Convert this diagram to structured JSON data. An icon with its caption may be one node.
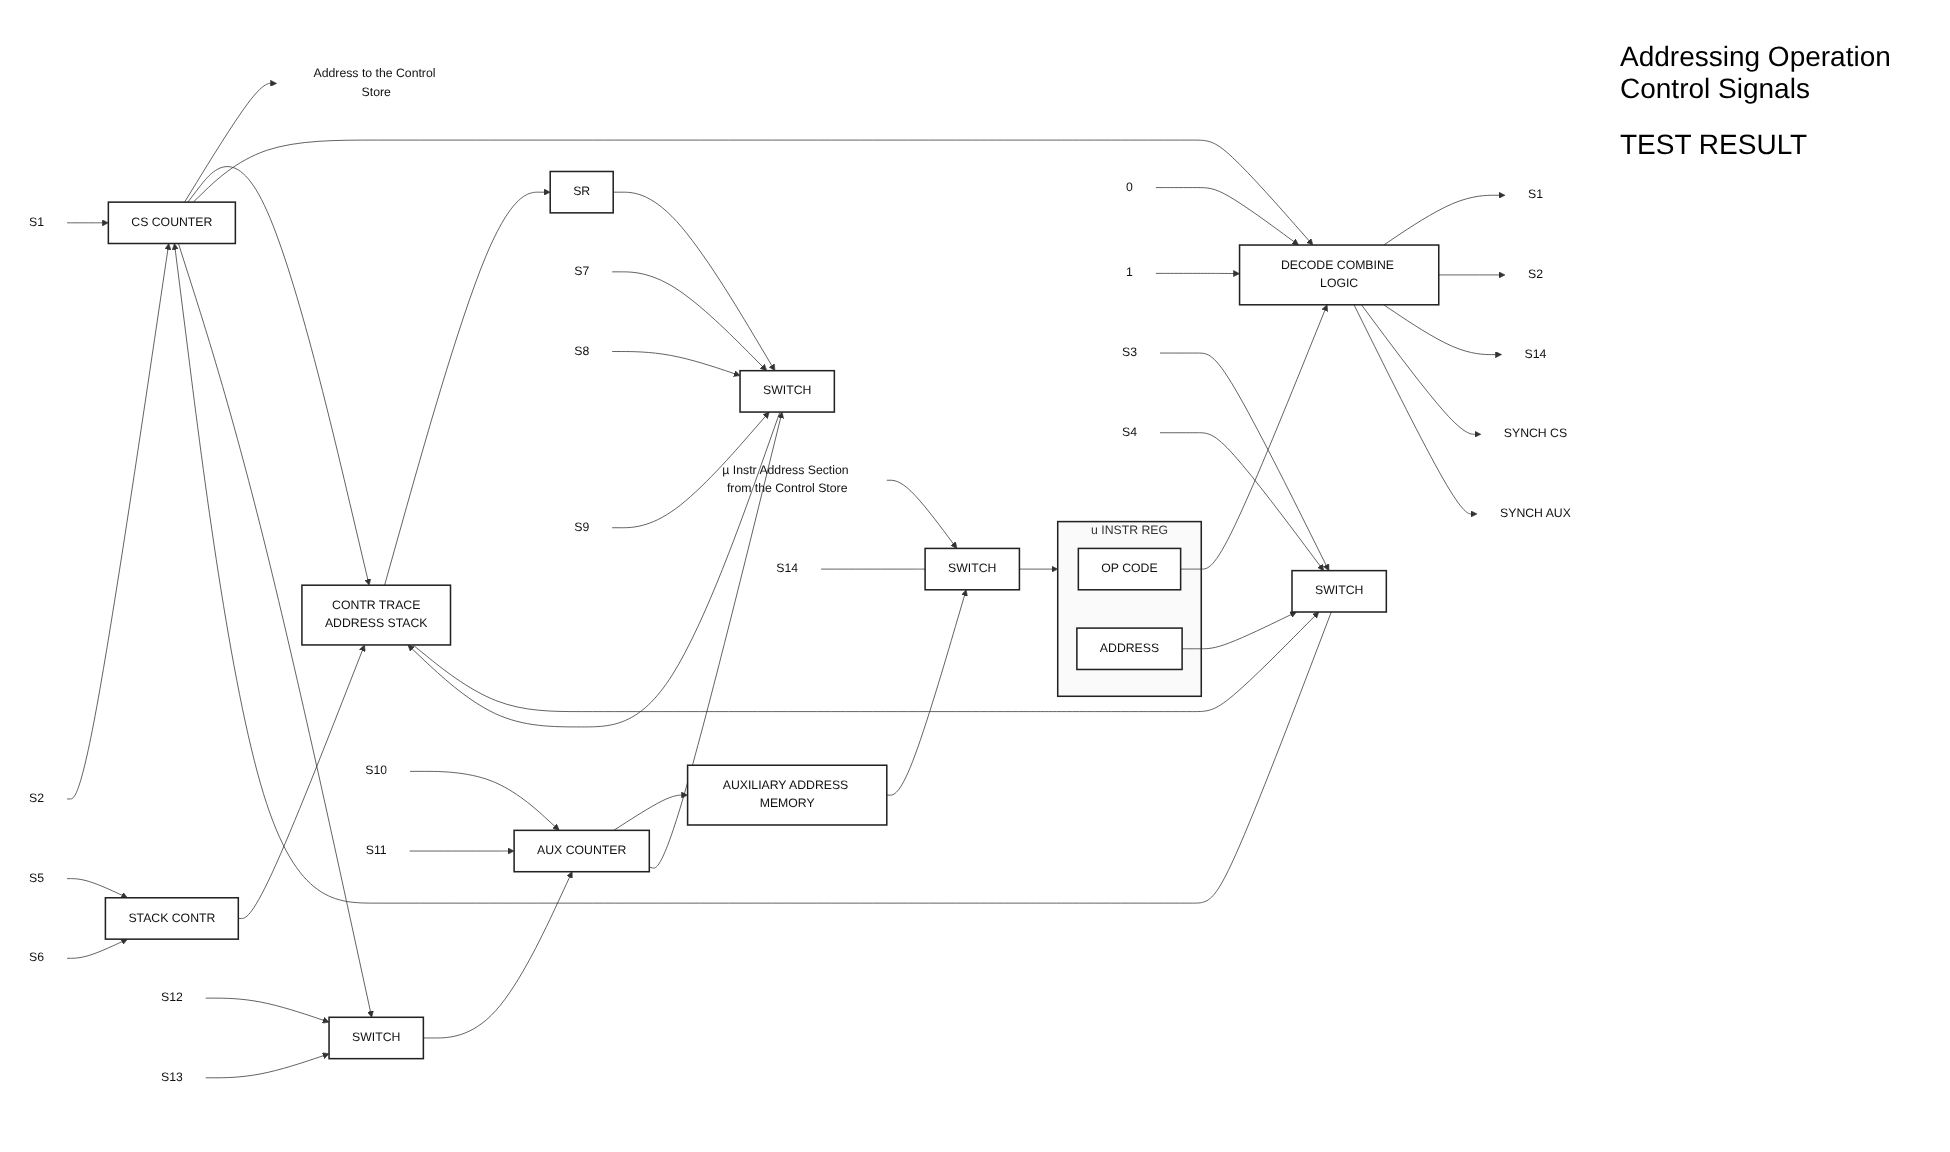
{
  "diagram": {
    "nodes": [
      {
        "text": [
          "CS COUNTER"
        ]
      },
      {
        "text": [
          "SWITCH"
        ]
      },
      {
        "text": [
          "CONTR TRACE",
          "ADDRESS STACK"
        ]
      },
      {
        "text": [
          "STACK CONTR"
        ]
      },
      {
        "text": [
          "SWITCH"
        ]
      },
      {
        "text": [
          "SR"
        ]
      },
      {
        "text": [
          "AUXILIARY ADDRESS MEMORY"
        ]
      },
      {
        "text": [
          "AUX COUNTER"
        ]
      },
      {
        "text": [
          "SWITCH"
        ]
      },
      {
        "text": [
          "SWITCH"
        ]
      },
      {
        "text": [
          "u INSTR REG"
        ]
      },
      {
        "text": [
          "OP CODE"
        ],
        "in": 10
      },
      {
        "text": [
          "ADDRESS"
        ],
        "in": 10
      },
      {
        "text": [
          "DECODE COMBINE LOGIC"
        ]
      },
      {
        "text": [
          "Address to the Control Store"
        ]
      },
      {
        "text": [
          "µ Instr Address Section from the Control Store"
        ]
      },
      {
        "text": [
          "S1"
        ]
      },
      {
        "text": [
          "S2"
        ]
      },
      {
        "text": [
          "S14"
        ]
      },
      {
        "text": [
          "SYNCH CS"
        ]
      },
      {
        "text": [
          "SYNCH AUX"
        ]
      },
      {
        "text": [
          "0"
        ]
      },
      {
        "text": [
          "1"
        ]
      },
      {
        "text": [
          "S1"
        ]
      },
      {
        "text": [
          "S2"
        ]
      },
      {
        "text": [
          "S3"
        ]
      },
      {
        "text": [
          "S4"
        ]
      },
      {
        "text": [
          "S5"
        ]
      },
      {
        "text": [
          "S6"
        ]
      },
      {
        "text": [
          "S7"
        ]
      },
      {
        "text": [
          "S8"
        ]
      },
      {
        "text": [
          "S9"
        ]
      },
      {
        "text": [
          "S10"
        ]
      },
      {
        "text": [
          "S11"
        ]
      },
      {
        "text": [
          "S12"
        ]
      },
      {
        "text": [
          "S13"
        ]
      },
      {
        "text": [
          "S14"
        ]
      }
    ],
    "edges": [
      {
        "from": 0,
        "to": 14,
        "arrow": "to"
      },
      {
        "from": 1,
        "to": 0,
        "arrow": "to"
      },
      {
        "from": 0,
        "to": 2,
        "arrow": "to"
      },
      {
        "from": 2,
        "to": 5,
        "arrow": "to"
      },
      {
        "from": 2,
        "to": 1,
        "arrow": "to"
      },
      {
        "from": 5,
        "to": 4,
        "arrow": "to"
      },
      {
        "from": 4,
        "to": 2,
        "arrow": "to"
      },
      {
        "from": 3,
        "to": 2,
        "arrow": "to"
      },
      {
        "from": 7,
        "to": 6,
        "arrow": "to"
      },
      {
        "from": 7,
        "to": 4,
        "arrow": "to"
      },
      {
        "from": 8,
        "to": 7,
        "arrow": "to"
      },
      {
        "from": 6,
        "to": 9,
        "arrow": "to"
      },
      {
        "from": 15,
        "to": 9,
        "arrow": "to"
      },
      {
        "from": 9,
        "to": 10,
        "arrow": "to"
      },
      {
        "from": 12,
        "to": 1,
        "arrow": "to"
      },
      {
        "from": 11,
        "to": 13,
        "arrow": "to"
      },
      {
        "from": 0,
        "to": 13,
        "arrow": "to"
      },
      {
        "from": 0,
        "to": 8,
        "arrow": "to"
      },
      {
        "from": 13,
        "to": 16,
        "arrow": "to"
      },
      {
        "from": 13,
        "to": 17,
        "arrow": "to"
      },
      {
        "from": 13,
        "to": 18,
        "arrow": "to"
      },
      {
        "from": 13,
        "to": 19,
        "arrow": "to"
      },
      {
        "from": 13,
        "to": 20,
        "arrow": "to"
      },
      {
        "from": 21,
        "to": 13,
        "arrow": "to"
      },
      {
        "from": 22,
        "to": 13,
        "arrow": "to"
      },
      {
        "from": 23,
        "to": 0,
        "arrow": "to"
      },
      {
        "from": 24,
        "to": 0,
        "arrow": "to"
      },
      {
        "from": 25,
        "to": 1,
        "arrow": "to"
      },
      {
        "from": 26,
        "to": 1,
        "arrow": "to"
      },
      {
        "from": 27,
        "to": 3,
        "arrow": "to"
      },
      {
        "from": 28,
        "to": 3,
        "arrow": "to"
      },
      {
        "from": 29,
        "to": 4,
        "arrow": "to"
      },
      {
        "from": 30,
        "to": 4,
        "arrow": "to"
      },
      {
        "from": 31,
        "to": 4,
        "arrow": "to"
      },
      {
        "from": 32,
        "to": 7,
        "arrow": "to"
      },
      {
        "from": 33,
        "to": 7,
        "arrow": "to"
      },
      {
        "from": 34,
        "to": 8,
        "arrow": "to"
      },
      {
        "from": 35,
        "to": 8,
        "arrow": "to"
      },
      {
        "from": 36,
        "to": 9,
        "arrow": "none"
      }
    ],
    "labels": [
      "Addressing Operation Control Signals",
      "TEST RESULT"
    ]
  }
}
